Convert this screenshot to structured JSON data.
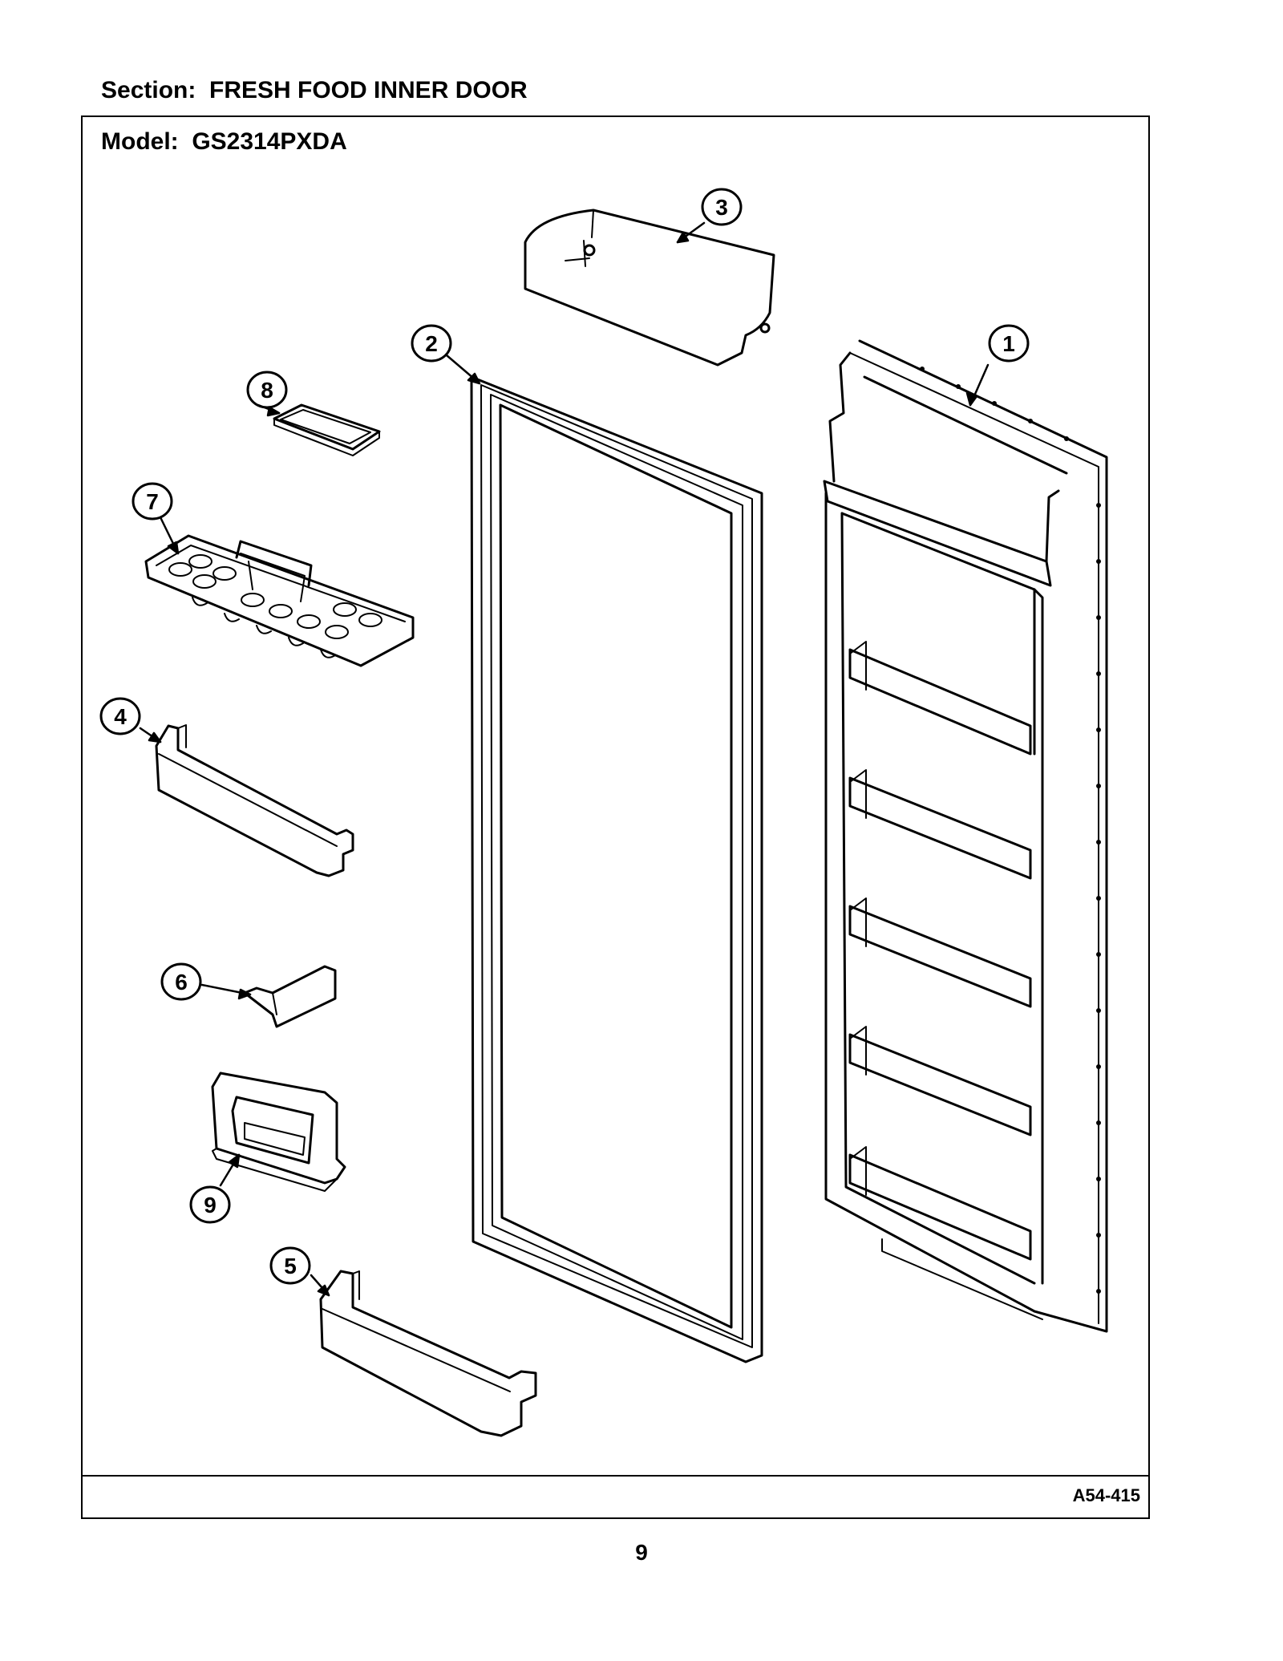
{
  "header": {
    "section_label": "Section:  FRESH FOOD INNER DOOR"
  },
  "diagram": {
    "model_label": "Model:  GS2314PXDA",
    "reference_code": "A54-415",
    "callouts": [
      "1",
      "2",
      "3",
      "4",
      "5",
      "6",
      "7",
      "8",
      "9"
    ]
  },
  "footer": {
    "page_number": "9"
  }
}
